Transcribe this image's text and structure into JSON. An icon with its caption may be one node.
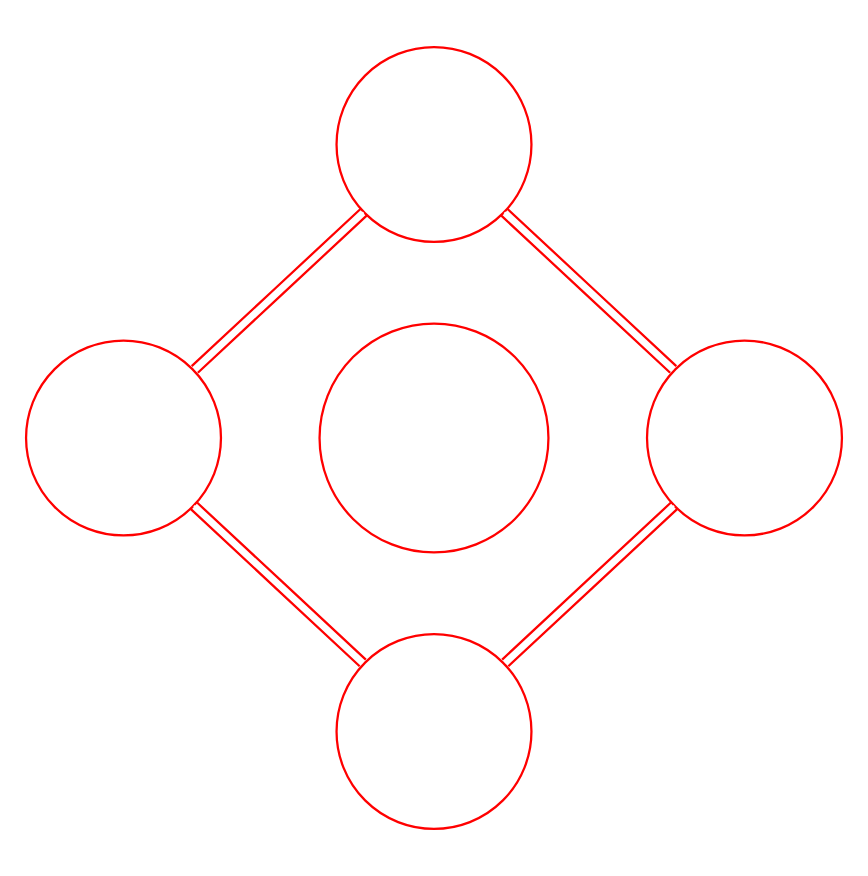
{
  "diagram": {
    "nodes": [
      {
        "text": [],
        "shape": "circle"
      },
      {
        "text": [],
        "shape": "circle"
      },
      {
        "text": [],
        "shape": "circle"
      },
      {
        "text": [],
        "shape": "circle"
      },
      {
        "text": [],
        "shape": "circle"
      }
    ],
    "edges": [
      {
        "from": 0,
        "to": 1,
        "arrow": "none"
      },
      {
        "from": 0,
        "to": 3,
        "arrow": "none"
      },
      {
        "from": 1,
        "to": 4,
        "arrow": "none"
      },
      {
        "from": 3,
        "to": 4,
        "arrow": "none"
      }
    ]
  }
}
